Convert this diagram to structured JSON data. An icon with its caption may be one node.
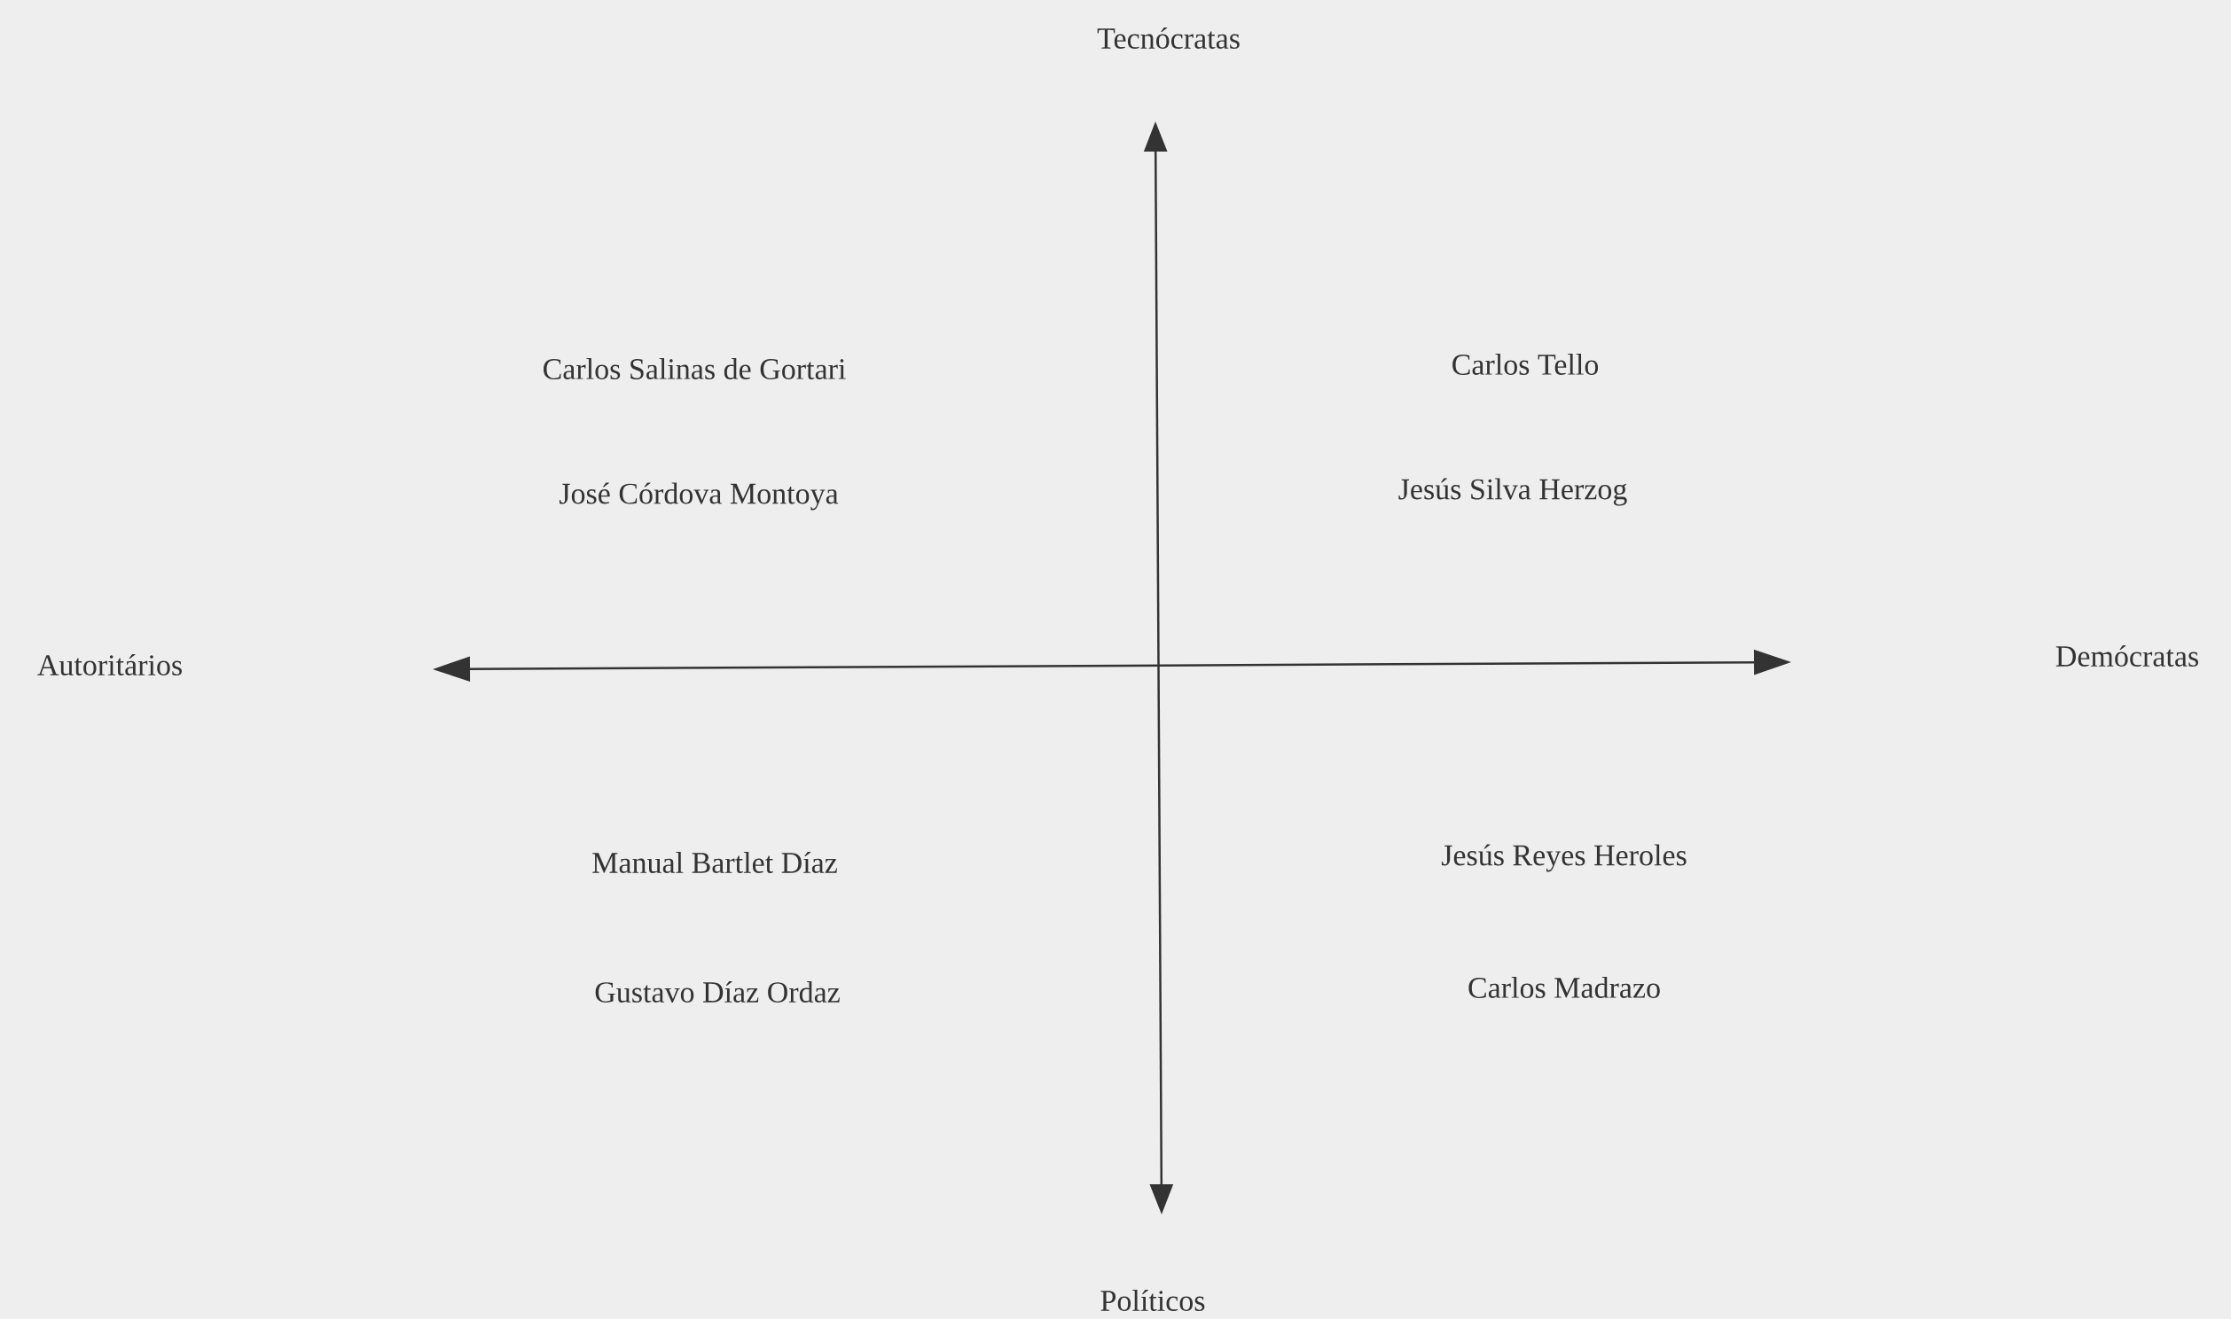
{
  "diagram": {
    "labels": [
      "Tecnócratas",
      "Carlos Salinas de Gortari",
      "Carlos Tello",
      "José Córdova Montoya",
      "Jesús Silva Herzog",
      "Autoritários",
      "Demócratas",
      "Manual Bartlet Díaz",
      "Jesús Reyes Heroles",
      "Gustavo Díaz Ordaz",
      "Carlos Madrazo",
      "Políticos"
    ]
  }
}
